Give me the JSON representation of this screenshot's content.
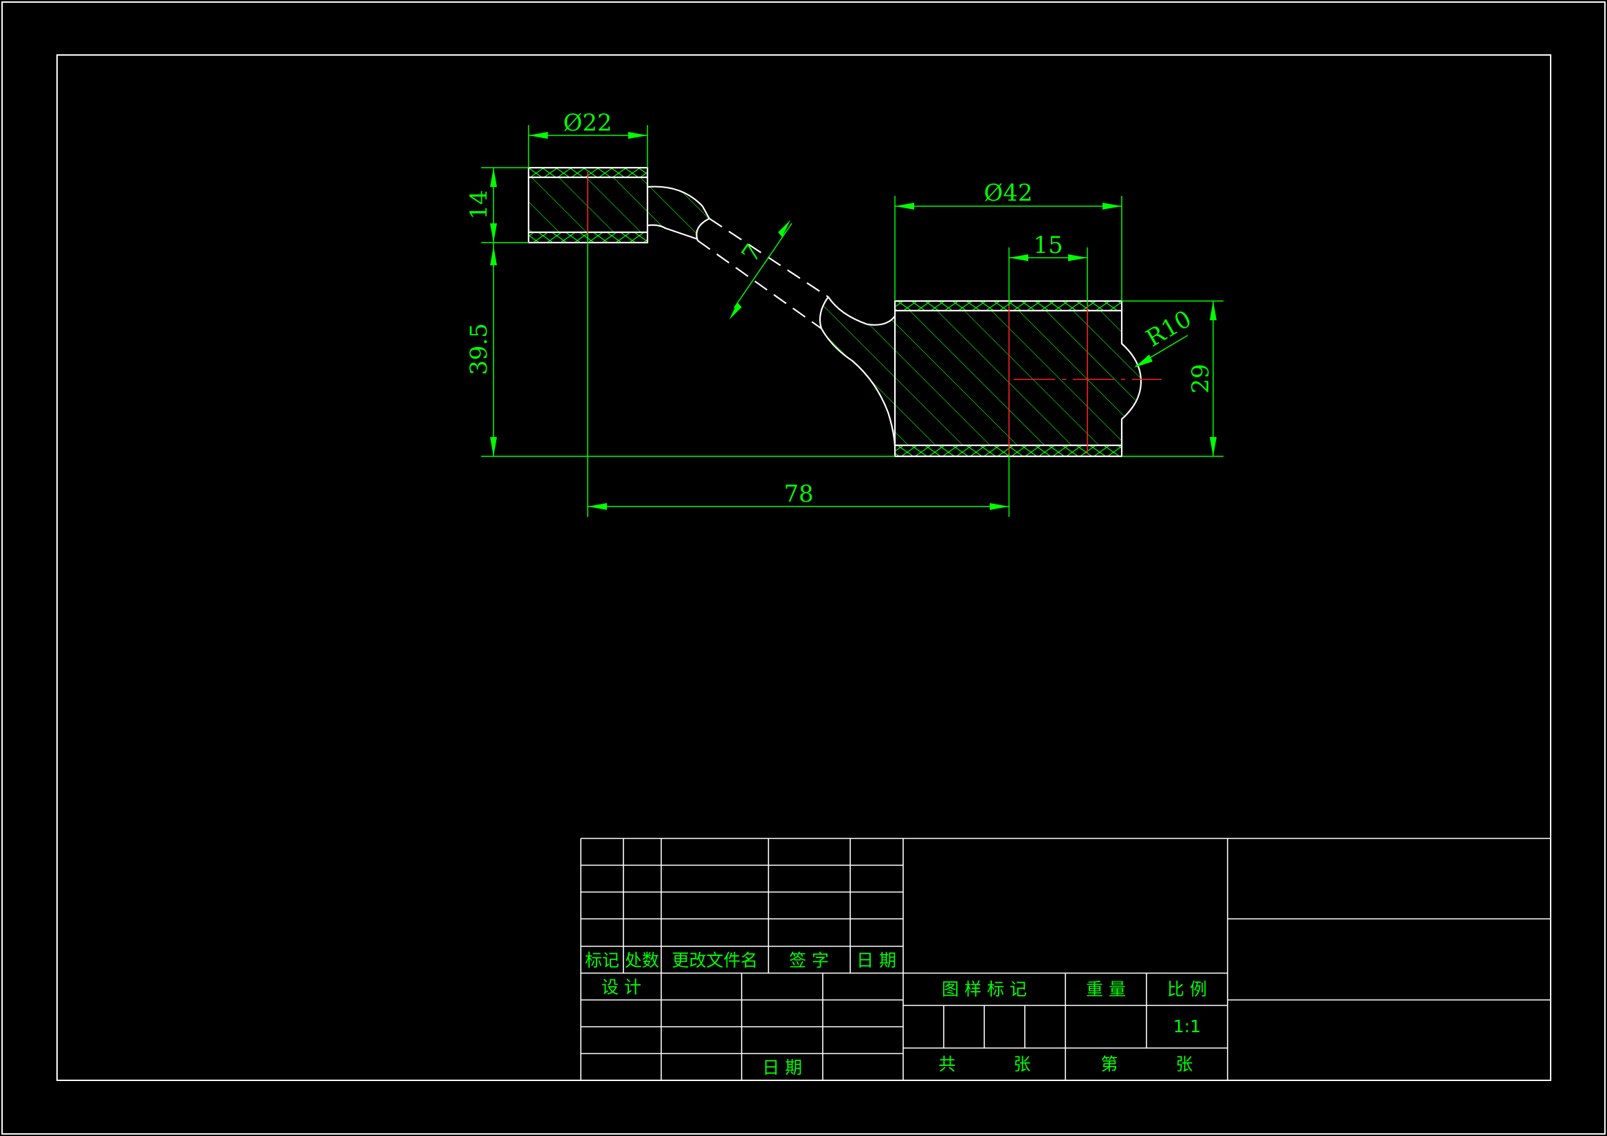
{
  "dimensions": {
    "left_dia": "Ø22",
    "left_height": "14",
    "web_thickness": "7",
    "right_dia": "Ø42",
    "inner_width": "15",
    "vertical_offset": "39.5",
    "right_height": "29",
    "radius": "R10",
    "center_distance": "78"
  },
  "title_block": {
    "rev_headers": [
      "标记",
      "处数",
      "更改文件名",
      "签 字",
      "日 期"
    ],
    "design": "设 计",
    "date": "日 期",
    "drawing_mark": "图 样 标 记",
    "weight": "重 量",
    "scale_label": "比 例",
    "scale_value": "1:1",
    "total": "共",
    "sheet_unit_1": "张",
    "sheet_no": "第",
    "sheet_unit_2": "张"
  },
  "colors": {
    "background": "#000000",
    "dimension": "#00ff00",
    "outline": "#ffffff",
    "centerline": "#ff2020"
  }
}
